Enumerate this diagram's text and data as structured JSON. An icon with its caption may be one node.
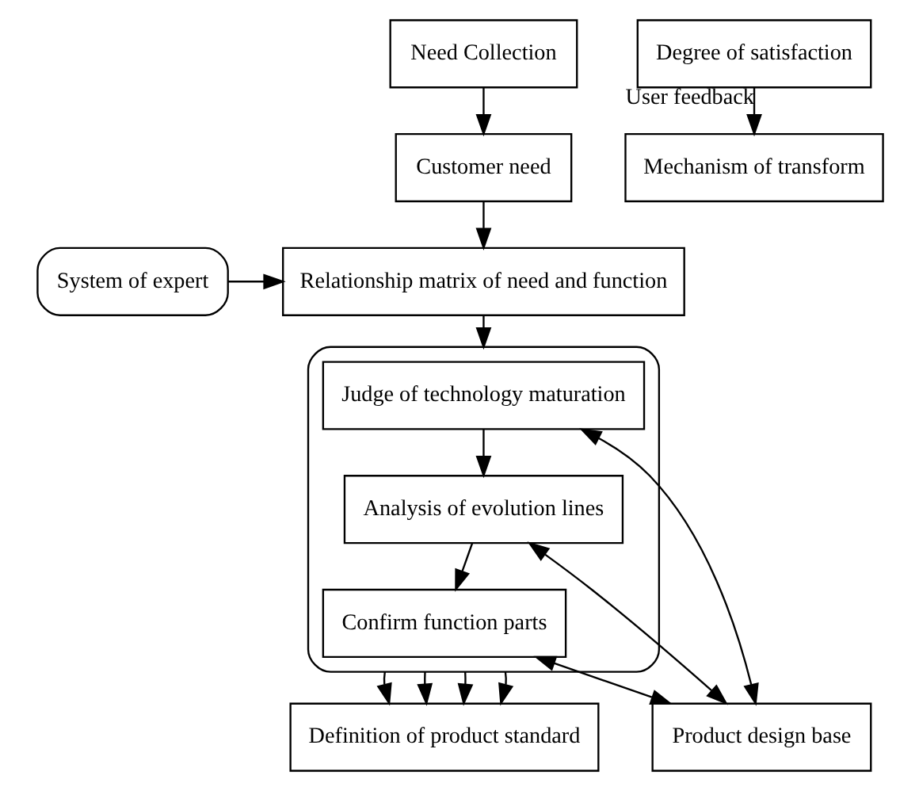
{
  "diagram": {
    "nodes": [
      {
        "text": [
          "Need Collection"
        ]
      },
      {
        "text": [
          "Customer need"
        ]
      },
      {
        "text": [
          "Relationship matrix of need and function"
        ]
      },
      {
        "text": [
          "System of expert"
        ]
      },
      {
        "text": [],
        "shape": "box"
      },
      {
        "text": [
          "Judge of technology maturation"
        ],
        "in": 4
      },
      {
        "text": [
          "Analysis of evolution lines"
        ],
        "in": 4
      },
      {
        "text": [
          "Confirm function parts"
        ],
        "in": 4
      },
      {
        "text": [
          "Product design base"
        ]
      },
      {
        "text": [
          "Mechanism of transform"
        ]
      },
      {
        "text": [
          "Degree of satisfaction"
        ]
      },
      {
        "text": [
          "Definition of product standard"
        ]
      }
    ],
    "edges": [
      {
        "from": 0,
        "to": 1,
        "arrow": "to"
      },
      {
        "from": 1,
        "to": 2,
        "arrow": "to"
      },
      {
        "from": 3,
        "to": 2,
        "arrow": "to"
      },
      {
        "from": 2,
        "to": 4,
        "arrow": "to"
      },
      {
        "from": 5,
        "to": 6,
        "arrow": "to"
      },
      {
        "from": 6,
        "to": 7,
        "arrow": "to"
      },
      {
        "from": 5,
        "to": 8,
        "arrow": "both"
      },
      {
        "from": 6,
        "to": 8,
        "arrow": "both"
      },
      {
        "from": 7,
        "to": 8,
        "arrow": "both"
      },
      {
        "from": 10,
        "to": 9,
        "arrow": "to",
        "label": "User feedback"
      },
      {
        "from": 4,
        "to": 11,
        "arrow": "to"
      },
      {
        "from": 4,
        "to": 11,
        "arrow": "to"
      },
      {
        "from": 4,
        "to": 11,
        "arrow": "to"
      },
      {
        "from": 4,
        "to": 11,
        "arrow": "to"
      }
    ]
  }
}
